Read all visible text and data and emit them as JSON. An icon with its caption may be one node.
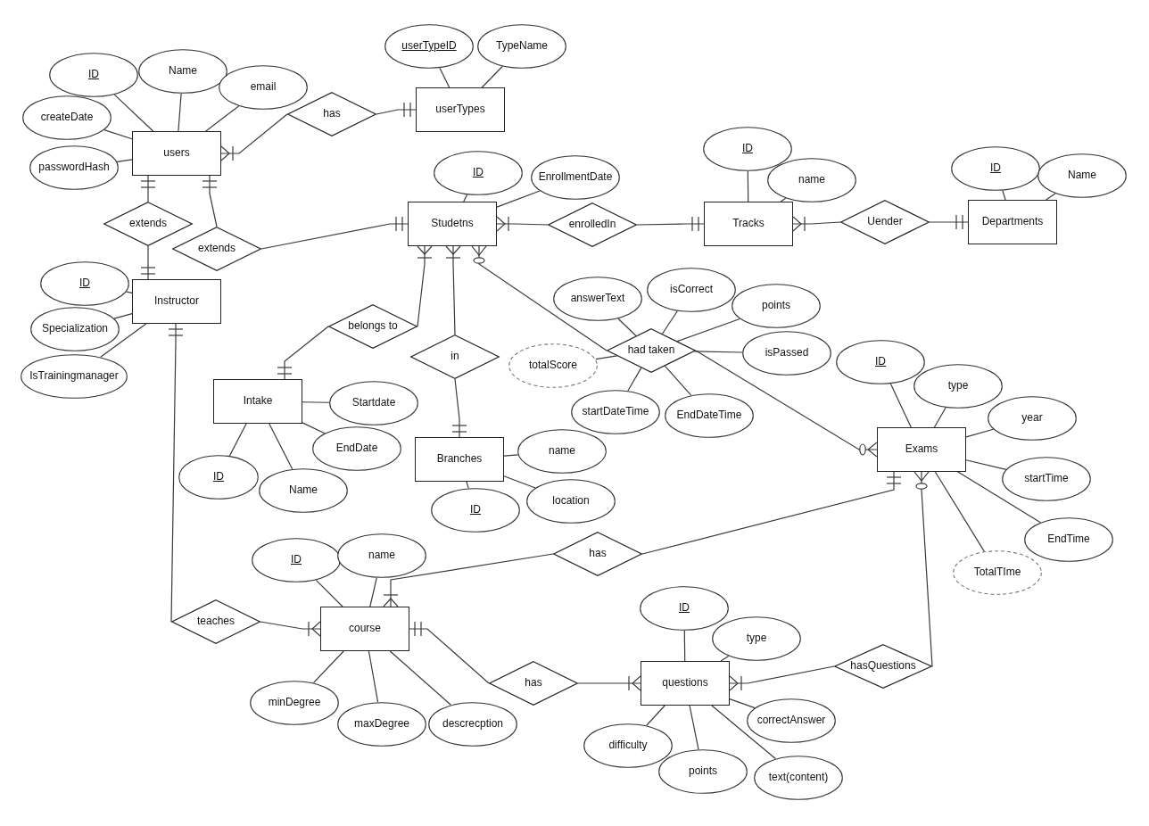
{
  "diagram": {
    "nodes": [
      {
        "text": [
          "ID"
        ]
      },
      {
        "text": [
          "Name"
        ]
      },
      {
        "text": [
          "email"
        ]
      },
      {
        "text": [
          "createDate"
        ]
      },
      {
        "text": [
          "passwordHash"
        ]
      },
      {
        "text": [
          "users"
        ]
      },
      {
        "text": [
          "has"
        ]
      },
      {
        "text": [
          "userTypeID"
        ]
      },
      {
        "text": [
          "TypeName"
        ]
      },
      {
        "text": [
          "userTypes"
        ]
      },
      {
        "text": [
          "extends"
        ]
      },
      {
        "text": [
          "extends"
        ]
      },
      {
        "text": [
          "Instructor"
        ]
      },
      {
        "text": [
          "ID"
        ]
      },
      {
        "text": [
          "Specialization"
        ]
      },
      {
        "text": [
          "IsTrainingmanager"
        ]
      },
      {
        "text": [
          "Studetns"
        ]
      },
      {
        "text": [
          "ID"
        ]
      },
      {
        "text": [
          "EnrollmentDate"
        ]
      },
      {
        "text": [
          "enrolledIn"
        ]
      },
      {
        "text": [
          "Tracks"
        ]
      },
      {
        "text": [
          "ID"
        ]
      },
      {
        "text": [
          "name"
        ]
      },
      {
        "text": [
          "Uender"
        ]
      },
      {
        "text": [
          "Departments"
        ]
      },
      {
        "text": [
          "ID"
        ]
      },
      {
        "text": [
          "Name"
        ]
      },
      {
        "text": [
          "belongs to"
        ]
      },
      {
        "text": [
          "Intake"
        ]
      },
      {
        "text": [
          "Startdate"
        ]
      },
      {
        "text": [
          "EndDate"
        ]
      },
      {
        "text": [
          "ID"
        ]
      },
      {
        "text": [
          "Name"
        ]
      },
      {
        "text": [
          "in"
        ]
      },
      {
        "text": [
          "Branches"
        ]
      },
      {
        "text": [
          "name"
        ]
      },
      {
        "text": [
          "location"
        ]
      },
      {
        "text": [
          "ID"
        ]
      },
      {
        "text": [
          "had taken"
        ]
      },
      {
        "text": [
          "answerText"
        ]
      },
      {
        "text": [
          "isCorrect"
        ]
      },
      {
        "text": [
          "points"
        ]
      },
      {
        "text": [
          "totalScore"
        ]
      },
      {
        "text": [
          "isPassed"
        ]
      },
      {
        "text": [
          "startDateTime"
        ]
      },
      {
        "text": [
          "EndDateTime"
        ]
      },
      {
        "text": [
          "Exams"
        ]
      },
      {
        "text": [
          "ID"
        ]
      },
      {
        "text": [
          "type"
        ]
      },
      {
        "text": [
          "year"
        ]
      },
      {
        "text": [
          "startTime"
        ]
      },
      {
        "text": [
          "EndTime"
        ]
      },
      {
        "text": [
          "TotalTIme"
        ]
      },
      {
        "text": [
          "has"
        ]
      },
      {
        "text": [
          "course"
        ]
      },
      {
        "text": [
          "ID"
        ]
      },
      {
        "text": [
          "name"
        ]
      },
      {
        "text": [
          "minDegree"
        ]
      },
      {
        "text": [
          "maxDegree"
        ]
      },
      {
        "text": [
          "descrecption"
        ]
      },
      {
        "text": [
          "teaches"
        ]
      },
      {
        "text": [
          "has"
        ]
      },
      {
        "text": [
          "questions"
        ]
      },
      {
        "text": [
          "ID"
        ]
      },
      {
        "text": [
          "type"
        ]
      },
      {
        "text": [
          "correctAnswer"
        ]
      },
      {
        "text": [
          "difficulty"
        ]
      },
      {
        "text": [
          "points"
        ]
      },
      {
        "text": [
          "text(content)"
        ]
      },
      {
        "text": [
          "hasQuestions"
        ]
      }
    ],
    "edges": [
      {
        "from": 6,
        "to": 5,
        "arrow": "other"
      },
      {
        "from": 6,
        "to": 9,
        "arrow": "other"
      },
      {
        "from": 10,
        "to": 5,
        "arrow": "other"
      },
      {
        "from": 10,
        "to": 12,
        "arrow": "other"
      },
      {
        "from": 11,
        "to": 5,
        "arrow": "other"
      },
      {
        "from": 11,
        "to": 16,
        "arrow": "other"
      },
      {
        "from": 19,
        "to": 16,
        "arrow": "other"
      },
      {
        "from": 19,
        "to": 20,
        "arrow": "other"
      },
      {
        "from": 23,
        "to": 20,
        "arrow": "other"
      },
      {
        "from": 23,
        "to": 24,
        "arrow": "other"
      },
      {
        "from": 27,
        "to": 16,
        "arrow": "other"
      },
      {
        "from": 27,
        "to": 28,
        "arrow": "other"
      },
      {
        "from": 33,
        "to": 16,
        "arrow": "other"
      },
      {
        "from": 33,
        "to": 34,
        "arrow": "other"
      },
      {
        "from": 38,
        "to": 16,
        "arrow": "other"
      },
      {
        "from": 38,
        "to": 46,
        "arrow": "other"
      },
      {
        "from": 53,
        "to": 46,
        "arrow": "other"
      },
      {
        "from": 53,
        "to": 54,
        "arrow": "other"
      },
      {
        "from": 60,
        "to": 12,
        "arrow": "other"
      },
      {
        "from": 60,
        "to": 54,
        "arrow": "other"
      },
      {
        "from": 61,
        "to": 54,
        "arrow": "other"
      },
      {
        "from": 61,
        "to": 62,
        "arrow": "other"
      },
      {
        "from": 69,
        "to": 62,
        "arrow": "other"
      },
      {
        "from": 69,
        "to": 46,
        "arrow": "other"
      },
      {
        "from": 5,
        "to": 0,
        "arrow": "none"
      },
      {
        "from": 5,
        "to": 1,
        "arrow": "none"
      },
      {
        "from": 5,
        "to": 2,
        "arrow": "none"
      },
      {
        "from": 5,
        "to": 3,
        "arrow": "none"
      },
      {
        "from": 5,
        "to": 4,
        "arrow": "none"
      },
      {
        "from": 9,
        "to": 7,
        "arrow": "none"
      },
      {
        "from": 9,
        "to": 8,
        "arrow": "none"
      },
      {
        "from": 12,
        "to": 13,
        "arrow": "none"
      },
      {
        "from": 12,
        "to": 14,
        "arrow": "none"
      },
      {
        "from": 12,
        "to": 15,
        "arrow": "none"
      },
      {
        "from": 16,
        "to": 17,
        "arrow": "none"
      },
      {
        "from": 16,
        "to": 18,
        "arrow": "none"
      },
      {
        "from": 20,
        "to": 21,
        "arrow": "none"
      },
      {
        "from": 20,
        "to": 22,
        "arrow": "none"
      },
      {
        "from": 24,
        "to": 25,
        "arrow": "none"
      },
      {
        "from": 24,
        "to": 26,
        "arrow": "none"
      },
      {
        "from": 28,
        "to": 29,
        "arrow": "none"
      },
      {
        "from": 28,
        "to": 30,
        "arrow": "none"
      },
      {
        "from": 28,
        "to": 31,
        "arrow": "none"
      },
      {
        "from": 28,
        "to": 32,
        "arrow": "none"
      },
      {
        "from": 34,
        "to": 35,
        "arrow": "none"
      },
      {
        "from": 34,
        "to": 36,
        "arrow": "none"
      },
      {
        "from": 34,
        "to": 37,
        "arrow": "none"
      },
      {
        "from": 38,
        "to": 39,
        "arrow": "none"
      },
      {
        "from": 38,
        "to": 40,
        "arrow": "none"
      },
      {
        "from": 38,
        "to": 41,
        "arrow": "none"
      },
      {
        "from": 38,
        "to": 42,
        "arrow": "none"
      },
      {
        "from": 38,
        "to": 43,
        "arrow": "none"
      },
      {
        "from": 38,
        "to": 44,
        "arrow": "none"
      },
      {
        "from": 38,
        "to": 45,
        "arrow": "none"
      },
      {
        "from": 46,
        "to": 47,
        "arrow": "none"
      },
      {
        "from": 46,
        "to": 48,
        "arrow": "none"
      },
      {
        "from": 46,
        "to": 49,
        "arrow": "none"
      },
      {
        "from": 46,
        "to": 50,
        "arrow": "none"
      },
      {
        "from": 46,
        "to": 51,
        "arrow": "none"
      },
      {
        "from": 46,
        "to": 52,
        "arrow": "none"
      },
      {
        "from": 54,
        "to": 55,
        "arrow": "none"
      },
      {
        "from": 54,
        "to": 56,
        "arrow": "none"
      },
      {
        "from": 54,
        "to": 57,
        "arrow": "none"
      },
      {
        "from": 54,
        "to": 58,
        "arrow": "none"
      },
      {
        "from": 54,
        "to": 59,
        "arrow": "none"
      },
      {
        "from": 62,
        "to": 63,
        "arrow": "none"
      },
      {
        "from": 62,
        "to": 64,
        "arrow": "none"
      },
      {
        "from": 62,
        "to": 65,
        "arrow": "none"
      },
      {
        "from": 62,
        "to": 66,
        "arrow": "none"
      },
      {
        "from": 62,
        "to": 67,
        "arrow": "none"
      },
      {
        "from": 62,
        "to": 68,
        "arrow": "none"
      }
    ]
  }
}
